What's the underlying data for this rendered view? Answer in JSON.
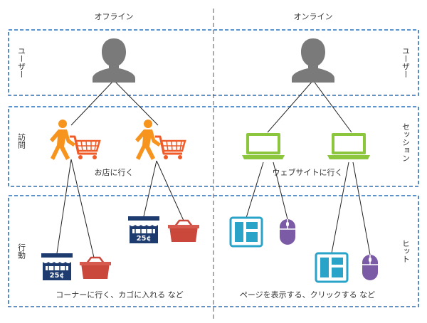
{
  "columns": {
    "offline": "オフライン",
    "online": "オンライン"
  },
  "rows": {
    "user": {
      "left_label": "ユーザー",
      "right_label": "ユーザー"
    },
    "visit_session": {
      "left_label": "訪問",
      "right_label": "セッション"
    },
    "action_hit": {
      "left_label": "行動",
      "right_label": "ヒット"
    }
  },
  "captions": {
    "go_to_store": "お店に行く",
    "go_to_website": "ウェブサイトに行く",
    "offline_actions": "コーナーに行く、カゴに入れる など",
    "online_actions": "ページを表示する、クリックする など"
  },
  "icons": {
    "store_stall_price": "25¢"
  },
  "colors": {
    "dashed_border": "#2f6fb8",
    "divider": "#555555",
    "person": "#7a7a7a",
    "walker": "#f7941d",
    "cart": "#ef5c2a",
    "laptop": "#8cc63f",
    "stall": "#1d3b6e",
    "basket": "#c9473b",
    "page": "#29a3c8",
    "mouse": "#7b5aa6",
    "line": "#222222"
  }
}
